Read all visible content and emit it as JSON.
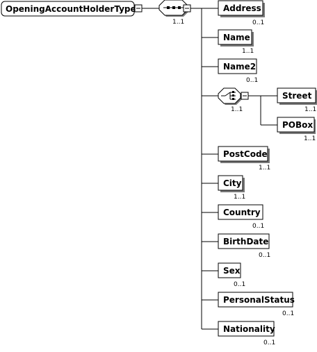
{
  "diagram": {
    "root": {
      "label": "OpeningAccountHolderType"
    },
    "sequence": {
      "occurrence": "1..1"
    },
    "choice": {
      "occurrence": "1..1"
    },
    "elements": [
      {
        "label": "Address",
        "occurrence": "0..1"
      },
      {
        "label": "Name",
        "occurrence": "1..1"
      },
      {
        "label": "Name2",
        "occurrence": "0..1"
      },
      {
        "label": "PostCode",
        "occurrence": "1..1"
      },
      {
        "label": "City",
        "occurrence": "1..1"
      },
      {
        "label": "Country",
        "occurrence": "0..1"
      },
      {
        "label": "BirthDate",
        "occurrence": "0..1"
      },
      {
        "label": "Sex",
        "occurrence": "0..1"
      },
      {
        "label": "PersonalStatus",
        "occurrence": "0..1"
      },
      {
        "label": "Nationality",
        "occurrence": "0..1"
      }
    ],
    "choice_elements": [
      {
        "label": "Street",
        "occurrence": "1..1"
      },
      {
        "label": "POBox",
        "occurrence": "1..1"
      }
    ]
  }
}
